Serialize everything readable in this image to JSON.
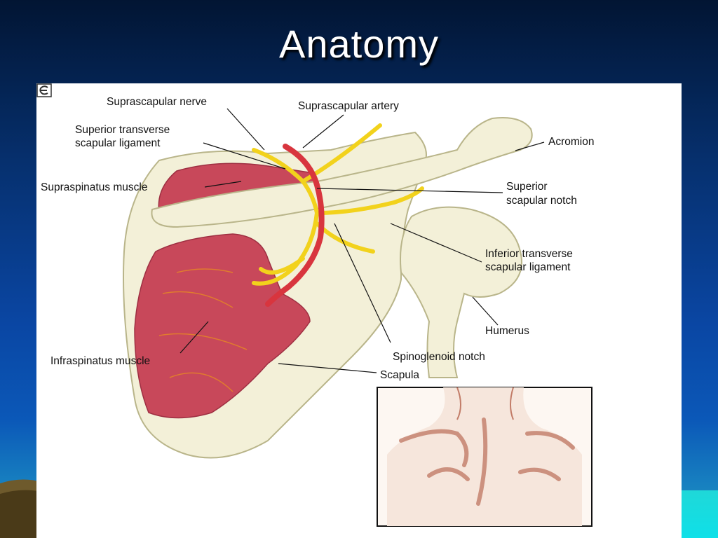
{
  "slide": {
    "title": "Anatomy"
  },
  "diagram": {
    "labels": {
      "suprascapular_nerve": "Suprascapular nerve",
      "suprascapular_artery": "Suprascapular artery",
      "superior_transverse_line1": "Superior transverse",
      "superior_transverse_line2": "scapular ligament",
      "supraspinatus_muscle": "Supraspinatus muscle",
      "acromion": "Acromion",
      "superior_notch_line1": "Superior",
      "superior_notch_line2": "scapular notch",
      "inferior_transverse_line1": "Inferior transverse",
      "inferior_transverse_line2": "scapular ligament",
      "humerus": "Humerus",
      "spinoglenoid_notch": "Spinoglenoid notch",
      "infraspinatus_muscle": "Infraspinatus muscle",
      "scapula": "Scapula"
    },
    "colors": {
      "bone": "#f3f0d8",
      "bone_edge": "#b9b58a",
      "muscle": "#c8485a",
      "muscle_dark": "#9e2f42",
      "nerve": "#f2d21c",
      "artery": "#d8353e",
      "skin": "#f6e6dc",
      "skin_shade": "#c27c68"
    },
    "logo_icon": "e-logo-icon"
  }
}
